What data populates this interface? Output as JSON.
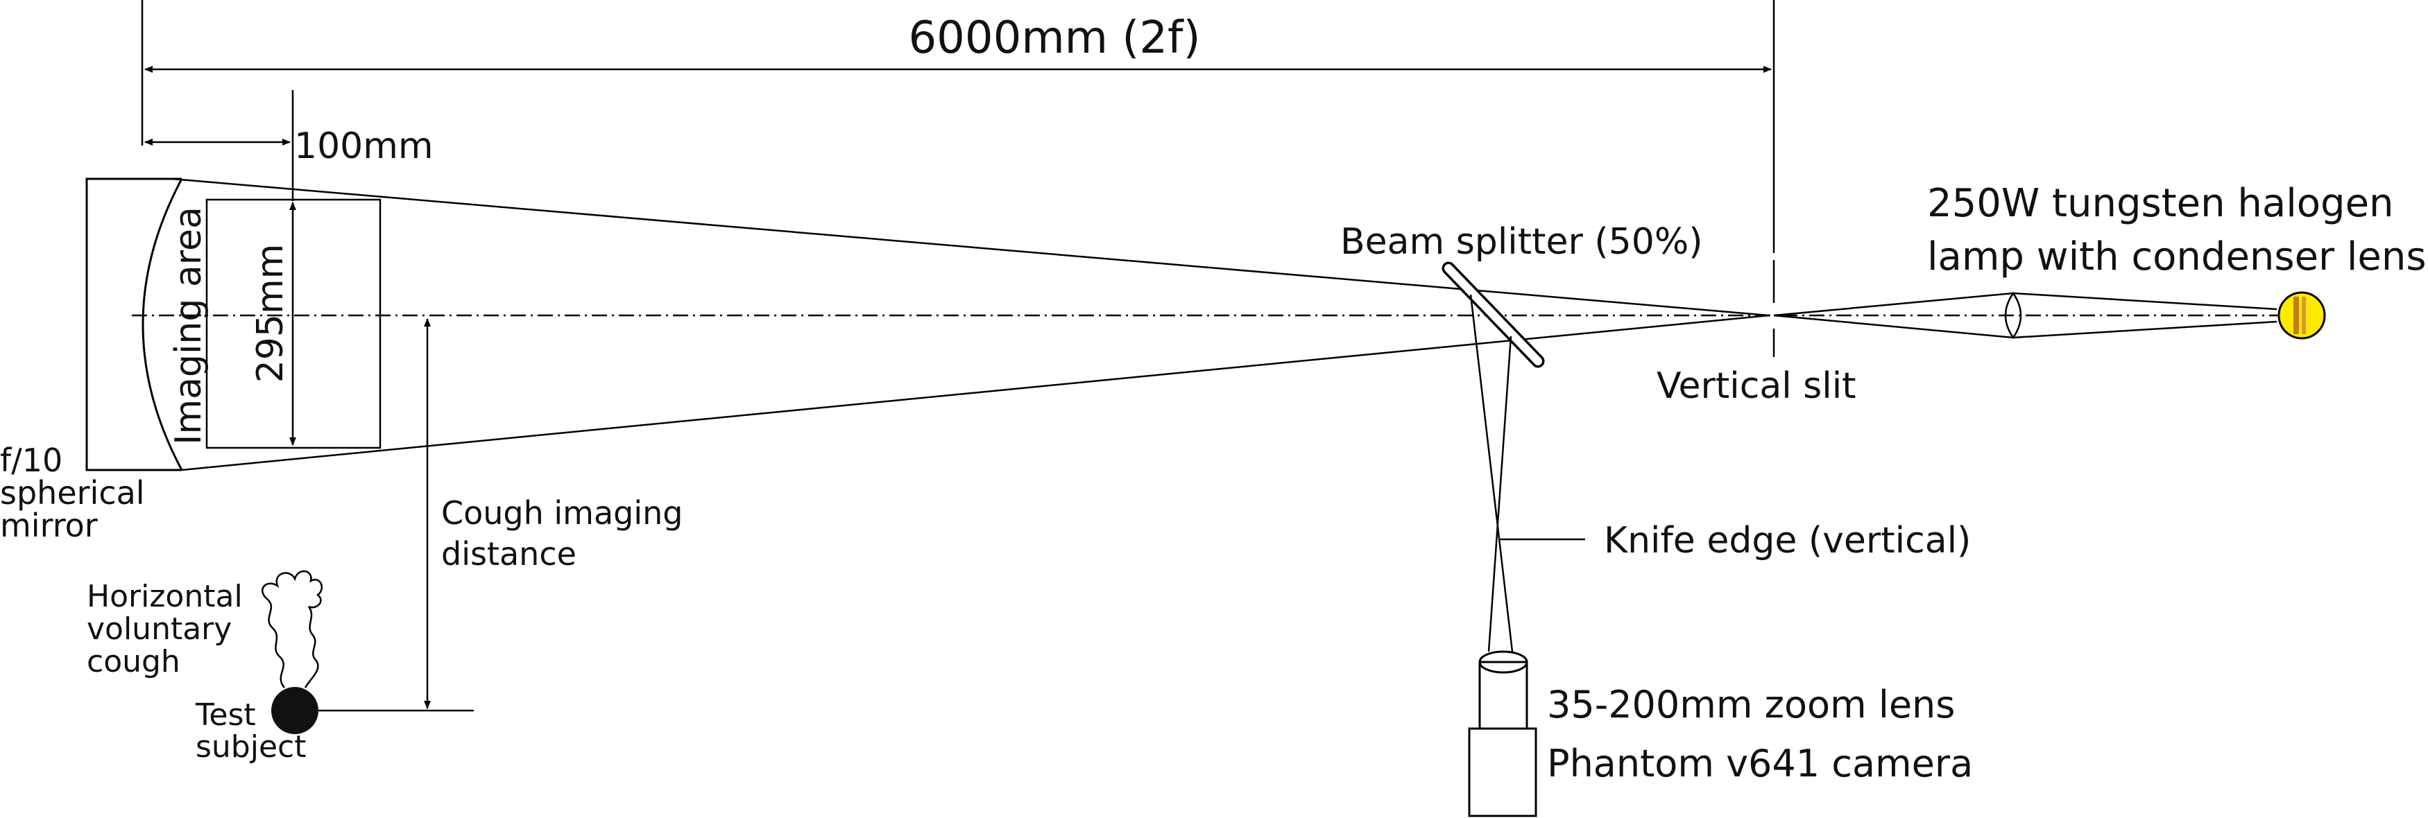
{
  "labels": {
    "distance_total": "6000mm (2f)",
    "distance_100": "100mm",
    "imaging_area": "Imaging area",
    "size_295": "295mm",
    "mirror_line1": "f/10",
    "mirror_line2": "spherical",
    "mirror_line3": "mirror",
    "beam_splitter": "Beam splitter (50%)",
    "vertical_slit": "Vertical slit",
    "lamp_line1": "250W tungsten halogen",
    "lamp_line2": "lamp with condenser lens",
    "cough_distance_line1": "Cough imaging",
    "cough_distance_line2": "distance",
    "knife_edge": "Knife edge (vertical)",
    "cough_line1": "Horizontal",
    "cough_line2": "voluntary",
    "cough_line3": "cough",
    "subject_line1": "Test",
    "subject_line2": "subject",
    "zoom_lens": "35-200mm zoom lens",
    "camera": "Phantom v641 camera"
  },
  "colors": {
    "stroke": "#000000",
    "lamp_fill": "#ffea00",
    "lamp_filament": "#c87a1a",
    "subject_fill": "#111111"
  }
}
